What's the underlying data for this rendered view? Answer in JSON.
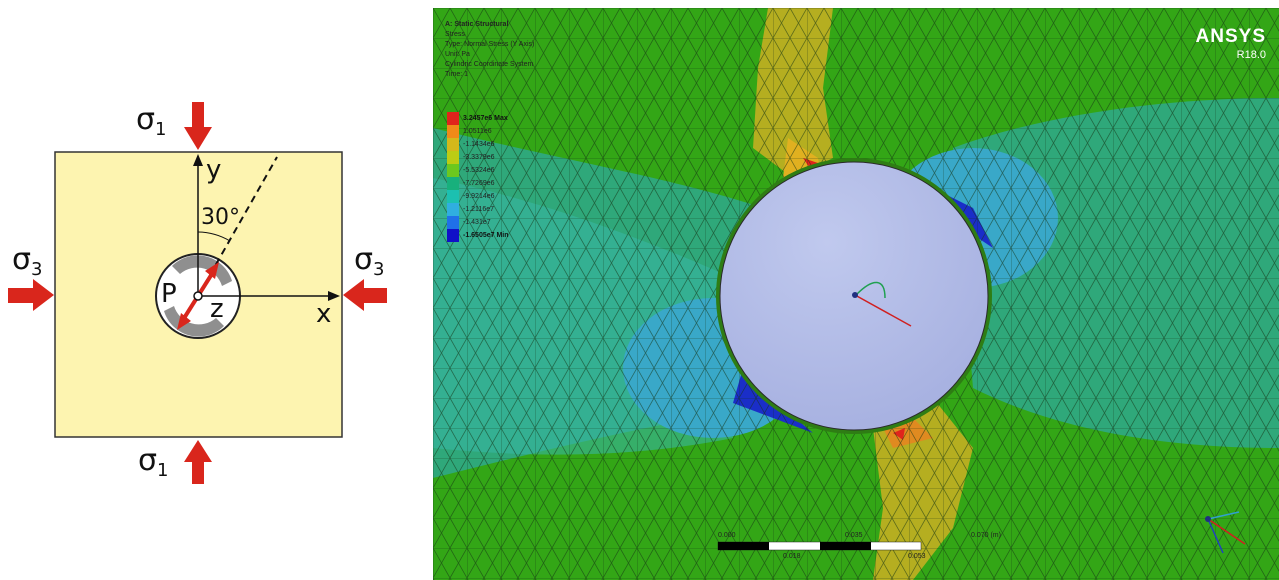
{
  "diagram": {
    "sigma1_top": "σ",
    "sigma1_top_sub": "1",
    "sigma1_bottom": "σ",
    "sigma1_bottom_sub": "1",
    "sigma3_left": "σ",
    "sigma3_left_sub": "3",
    "sigma3_right": "σ",
    "sigma3_right_sub": "3",
    "axis_x": "x",
    "axis_y": "y",
    "axis_z": "z",
    "point": "P",
    "angle": "30°",
    "colors": {
      "plate": "#fdf4b0",
      "arrow": "#d9261c",
      "grey": "#8f8f8f"
    }
  },
  "fea": {
    "header": {
      "title": "A: Static Structural",
      "line2": "Stress",
      "line3": "Type: Normal Stress (Y Axis)",
      "line4": "Unit: Pa",
      "line5": "Cylindric Coordinate System",
      "line6": "Time: 1"
    },
    "legend": [
      {
        "label": "3.2457e6 Max",
        "color": "#e0241c",
        "bold": true
      },
      {
        "label": "1.0511e6",
        "color": "#f08a18",
        "bold": false
      },
      {
        "label": "-1.1434e6",
        "color": "#d4b81a",
        "bold": false
      },
      {
        "label": "-3.3379e6",
        "color": "#bccc14",
        "bold": false
      },
      {
        "label": "-5.5324e6",
        "color": "#6cc81e",
        "bold": false
      },
      {
        "label": "-7.7269e6",
        "color": "#18b07c",
        "bold": false
      },
      {
        "label": "-9.9214e6",
        "color": "#1cc0b0",
        "bold": false
      },
      {
        "label": "-1.2116e7",
        "color": "#30aee0",
        "bold": false
      },
      {
        "label": "-1.431e7",
        "color": "#2070e8",
        "bold": false
      },
      {
        "label": "-1.6505e7 Min",
        "color": "#1010c8",
        "bold": true
      }
    ],
    "brand": {
      "name": "ANSYS",
      "version": "R18.0"
    },
    "scale": {
      "top_labels": [
        "0.000",
        "0.035",
        "0.070 (m)"
      ],
      "bottom_labels": [
        "0.018",
        "0.053"
      ]
    }
  }
}
